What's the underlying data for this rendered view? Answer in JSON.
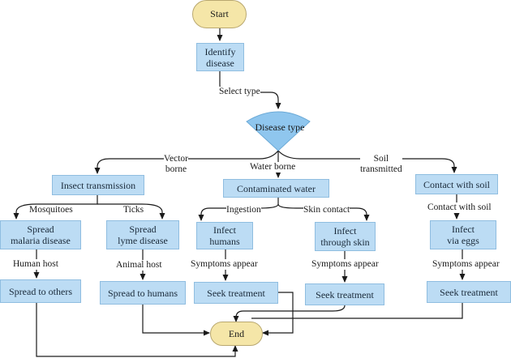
{
  "nodes": {
    "start": "Start",
    "identify": "Identify\ndisease",
    "disease_type": "Disease type",
    "insect": "Insect transmission",
    "water": "Contaminated water",
    "soil": "Contact with soil",
    "malaria": "Spread\nmalaria disease",
    "lyme": "Spread\nlyme disease",
    "infect_humans": "Infect\nhumans",
    "infect_skin": "Infect\nthrough skin",
    "infect_eggs": "Infect\nvia eggs",
    "spread_others": "Spread to others",
    "spread_humans": "Spread to humans",
    "seek1": "Seek treatment",
    "seek2": "Seek treatment",
    "seek3": "Seek treatment",
    "end": "End"
  },
  "labels": {
    "select_type": "Select type",
    "vector_borne": "Vector\nborne",
    "water_borne": "Water borne",
    "soil_transmitted": "Soil\ntransmitted",
    "mosquitoes": "Mosquitoes",
    "ticks": "Ticks",
    "ingestion": "Ingestion",
    "skin_contact": "Skin contact",
    "contact_with_soil": "Contact with soil",
    "human_host": "Human host",
    "animal_host": "Animal host",
    "symptoms1": "Symptoms appear",
    "symptoms2": "Symptoms appear",
    "symptoms3": "Symptoms appear"
  },
  "colors": {
    "process_fill": "#bcdcf4",
    "terminal_fill": "#f5e6a8",
    "decision_fill": "#8fc6ee"
  }
}
